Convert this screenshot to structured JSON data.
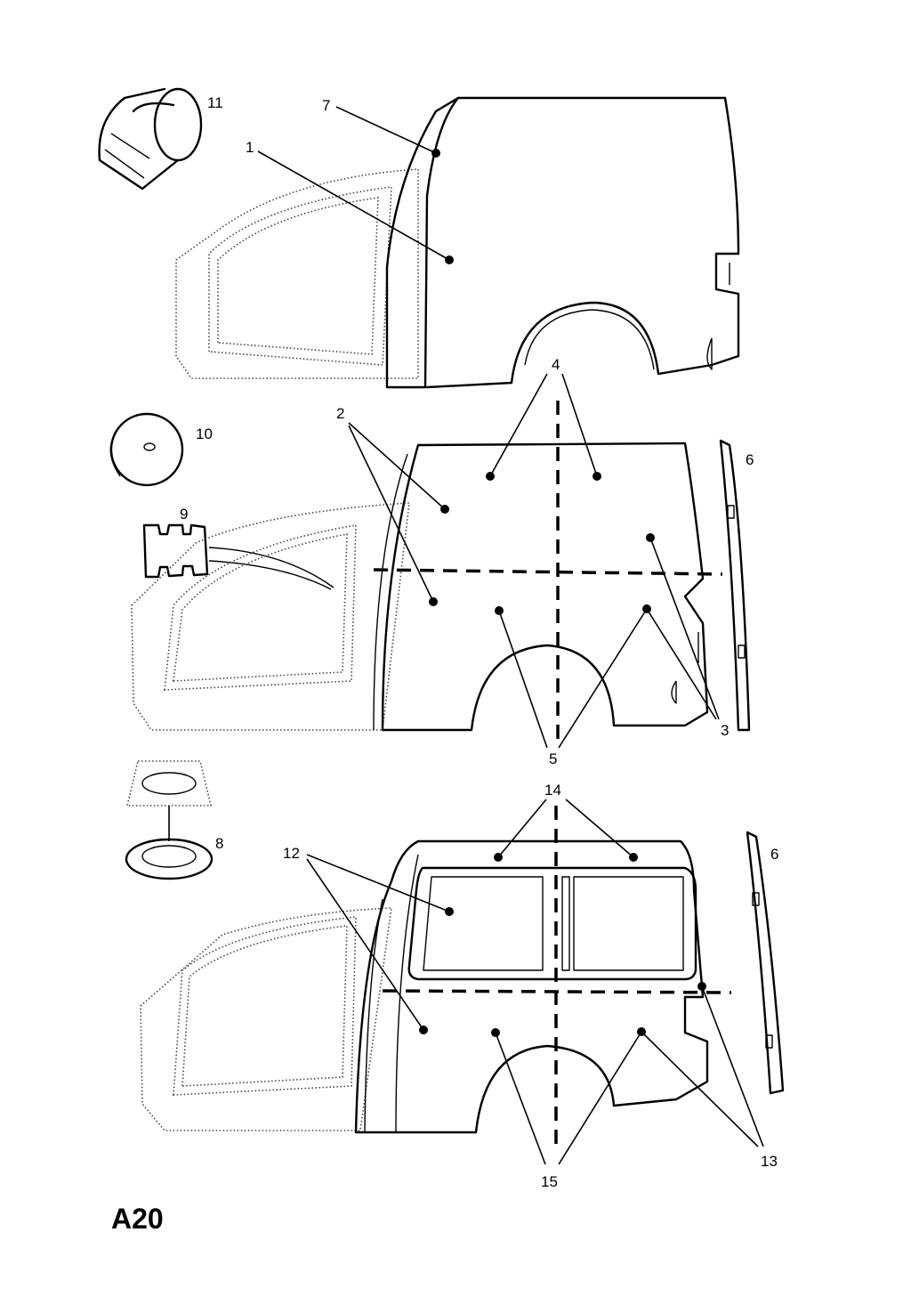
{
  "page_code": "A20",
  "callouts": {
    "c1": "1",
    "c2": "2",
    "c3": "3",
    "c4": "4",
    "c5": "5",
    "c6a": "6",
    "c6b": "6",
    "c7": "7",
    "c8": "8",
    "c9": "9",
    "c10": "10",
    "c11": "11",
    "c12": "12",
    "c13": "13",
    "c14": "14",
    "c15": "15"
  }
}
